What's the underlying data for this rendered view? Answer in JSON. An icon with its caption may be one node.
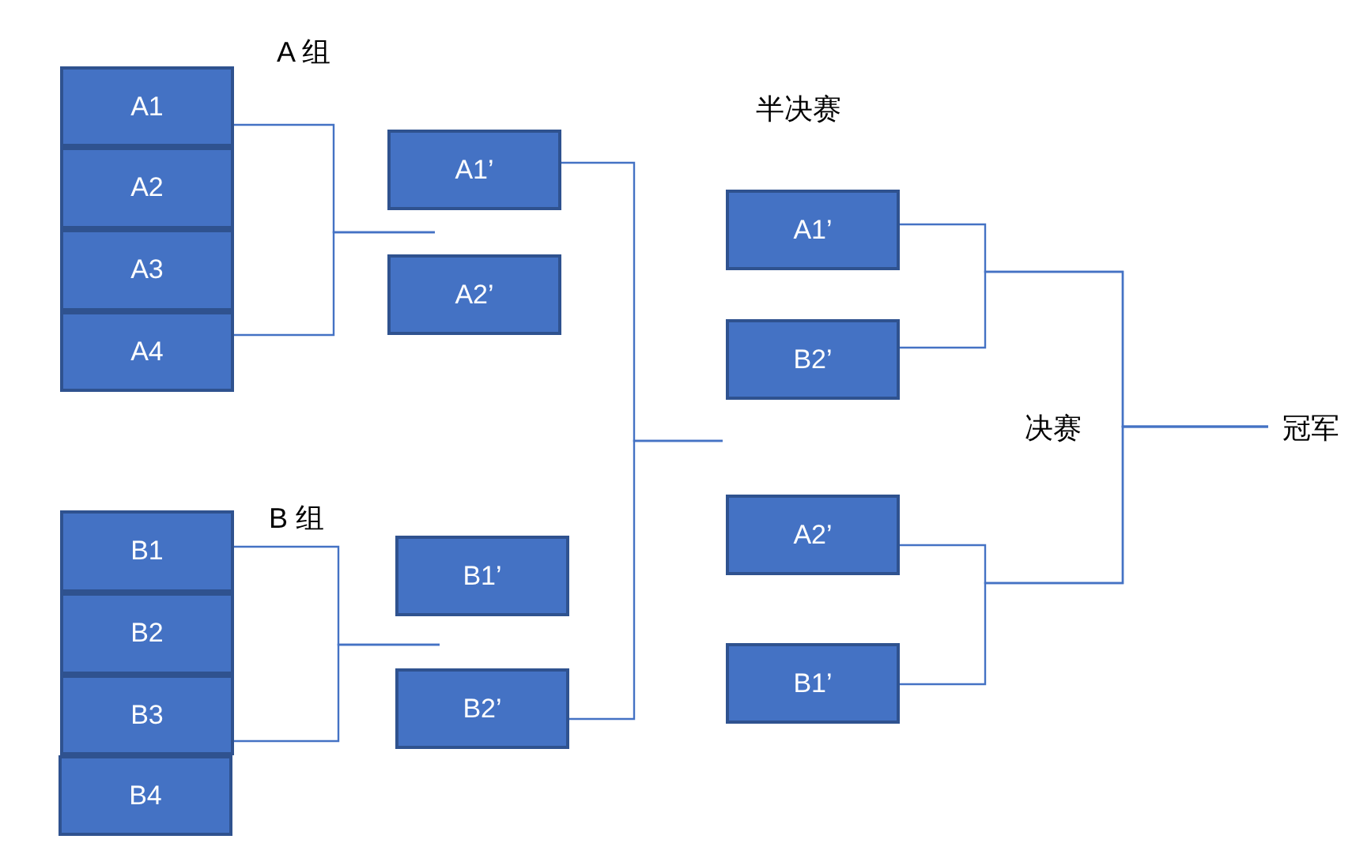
{
  "diagram": {
    "nodes": [
      {
        "text": [
          "A1"
        ]
      },
      {
        "text": [
          "A2"
        ]
      },
      {
        "text": [
          "A3"
        ]
      },
      {
        "text": [
          "A4"
        ]
      },
      {
        "text": [
          "B1"
        ]
      },
      {
        "text": [
          "B2"
        ]
      },
      {
        "text": [
          "B3"
        ]
      },
      {
        "text": [
          "B4"
        ]
      },
      {
        "text": [
          "A1’"
        ]
      },
      {
        "text": [
          "A2’"
        ]
      },
      {
        "text": [
          "B1’"
        ]
      },
      {
        "text": [
          "B2’"
        ]
      },
      {
        "text": [
          "A1’"
        ]
      },
      {
        "text": [
          "B2’"
        ]
      },
      {
        "text": [
          "A2’"
        ]
      },
      {
        "text": [
          "B1’"
        ]
      },
      {
        "text": [
          "冠军"
        ]
      }
    ],
    "edges": [
      {
        "from": 0,
        "to": null,
        "arrow": "none"
      },
      {
        "from": 3,
        "to": null,
        "arrow": "none"
      },
      {
        "from": 4,
        "to": null,
        "arrow": "none"
      },
      {
        "from": 6,
        "to": null,
        "arrow": "none"
      },
      {
        "from": 8,
        "to": null,
        "arrow": "none"
      },
      {
        "from": 11,
        "to": null,
        "arrow": "none"
      },
      {
        "from": 12,
        "to": 16,
        "arrow": "none"
      },
      {
        "from": 13,
        "to": 16,
        "arrow": "none"
      },
      {
        "from": 14,
        "to": 16,
        "arrow": "none"
      },
      {
        "from": 15,
        "to": 16,
        "arrow": "none"
      }
    ],
    "labels": [
      "A 组",
      "半决赛",
      "B 组",
      "决赛"
    ]
  }
}
